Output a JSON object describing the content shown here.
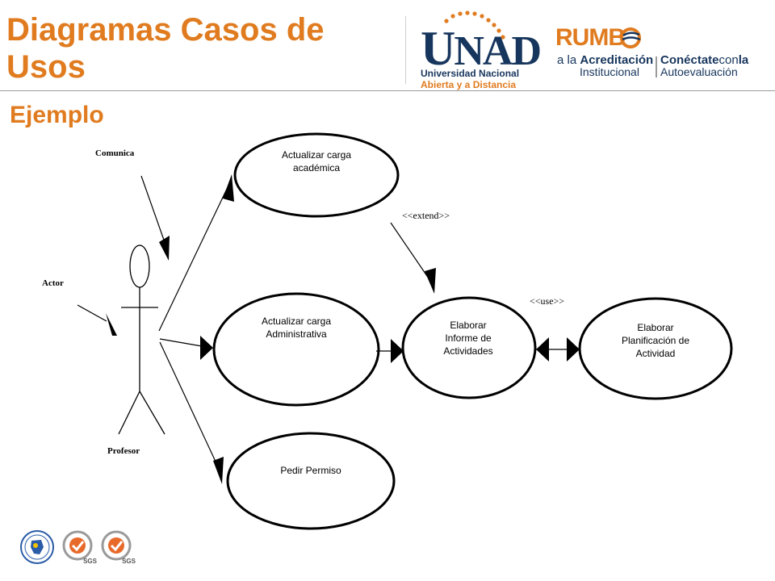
{
  "header": {
    "title": "Diagramas Casos de Usos",
    "subtitle": "Ejemplo"
  },
  "logos": {
    "unad": {
      "mark": "UNAD",
      "line1": "Universidad Nacional",
      "line2": "Abierta y a Distancia"
    },
    "rumbo": {
      "word": "RUMB",
      "line1_prefix": "a la ",
      "line1_bold": "Acreditación",
      "line2": "Institucional",
      "right1_bold": "Conéctate",
      "right1_light": "con",
      "right1_bold2": "la",
      "right2": "Autoevaluación"
    }
  },
  "diagram": {
    "labels": {
      "comunica": "Comunica",
      "actor": "Actor",
      "profesor": "Profesor",
      "extend": "<<extend>>",
      "use": "<<use>>"
    },
    "use_cases": [
      {
        "id": "uc1",
        "lines": [
          "Actualizar carga",
          "académica"
        ]
      },
      {
        "id": "uc2",
        "lines": [
          "Actualizar carga",
          "Administrativa"
        ]
      },
      {
        "id": "uc3",
        "lines": [
          "Pedir Permiso"
        ]
      },
      {
        "id": "uc4",
        "lines": [
          "Elaborar",
          "Informe de",
          "Actividades"
        ]
      },
      {
        "id": "uc5",
        "lines": [
          "Elaborar",
          "Planificación de",
          "Actividad"
        ]
      }
    ]
  },
  "footer": {
    "badges": [
      {
        "icon": "colombia-seal-icon",
        "label": ""
      },
      {
        "icon": "certification-check-icon",
        "label": "SGS"
      },
      {
        "icon": "certification-check-icon",
        "label": "SGS"
      }
    ]
  },
  "colors": {
    "accent": "#e07b1f",
    "brand_blue": "#17365d",
    "diagram_line": "#000000"
  }
}
